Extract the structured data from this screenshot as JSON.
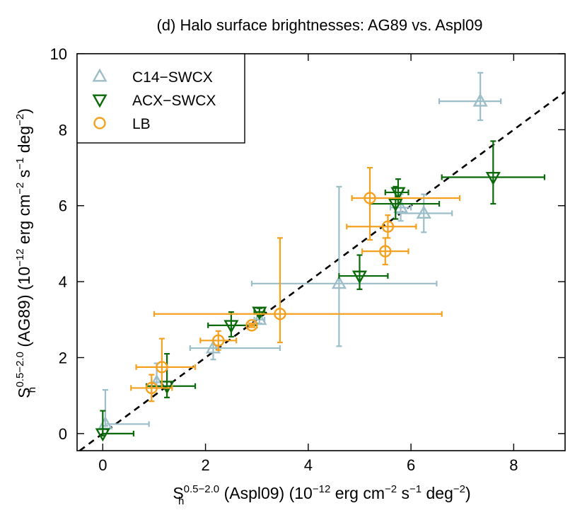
{
  "chart_data": {
    "type": "scatter",
    "title": "(d) Halo surface brightnesses: AG89 vs. Aspl09",
    "xlabel": {
      "symbol": "S",
      "sub": "h",
      "sup": "0.5−2.0",
      "text": " (Aspl09) (10",
      "exp1": "−12",
      "mid1": " erg cm",
      "exp2": "−2",
      "mid2": " s",
      "exp3": "−1",
      "mid3": " deg",
      "exp4": "−2",
      "end": ")"
    },
    "ylabel": {
      "symbol": "S",
      "sub": "h",
      "sup": "0.5−2.0",
      "text": " (AG89) (10",
      "exp1": "−12",
      "mid1": " erg cm",
      "exp2": "−2",
      "mid2": " s",
      "exp3": "−1",
      "mid3": " deg",
      "exp4": "−2",
      "end": ")"
    },
    "xlim": [
      -0.5,
      9.0
    ],
    "ylim": [
      -0.45,
      10.0
    ],
    "xticks": [
      "0",
      "2",
      "4",
      "6",
      "8"
    ],
    "yticks": [
      "0",
      "2",
      "4",
      "6",
      "8",
      "10"
    ],
    "grid": false,
    "legend_position": "top-left",
    "reference_line": {
      "style": "dashed",
      "slope": 1,
      "intercept": 0,
      "color": "#000000"
    },
    "series": [
      {
        "name": "C14−SWCX",
        "marker": "triangle-up",
        "color": "#9cbec8",
        "points": [
          {
            "x": 0.05,
            "y": 0.25,
            "xerr": [
              0.05,
              0.9
            ],
            "yerr": [
              0.2,
              1.15
            ]
          },
          {
            "x": 1.05,
            "y": 1.35,
            "xerr": [
              0.95,
              1.15
            ],
            "yerr": [
              1.2,
              1.85
            ]
          },
          {
            "x": 2.15,
            "y": 2.25,
            "xerr": [
              1.7,
              3.45
            ],
            "yerr": [
              1.95,
              2.45
            ]
          },
          {
            "x": 3.05,
            "y": 3.0,
            "xerr": [
              2.95,
              3.15
            ],
            "yerr": [
              2.9,
              3.1
            ]
          },
          {
            "x": 4.6,
            "y": 3.95,
            "xerr": [
              2.9,
              6.5
            ],
            "yerr": [
              2.3,
              6.5
            ]
          },
          {
            "x": 5.8,
            "y": 5.95,
            "xerr": [
              5.6,
              6.0
            ],
            "yerr": [
              5.6,
              6.3
            ]
          },
          {
            "x": 6.25,
            "y": 5.8,
            "xerr": [
              5.7,
              6.8
            ],
            "yerr": [
              5.3,
              6.3
            ]
          },
          {
            "x": 7.35,
            "y": 8.75,
            "xerr": [
              6.55,
              7.75
            ],
            "yerr": [
              8.25,
              9.5
            ]
          }
        ]
      },
      {
        "name": "ACX−SWCX",
        "marker": "triangle-down",
        "color": "#0a6a0a",
        "points": [
          {
            "x": 0.0,
            "y": 0.0,
            "xerr": [
              0.0,
              0.6
            ],
            "yerr": [
              -0.05,
              0.6
            ]
          },
          {
            "x": 1.25,
            "y": 1.25,
            "xerr": [
              0.85,
              1.8
            ],
            "yerr": [
              0.95,
              2.1
            ]
          },
          {
            "x": 2.5,
            "y": 2.85,
            "xerr": [
              2.05,
              3.0
            ],
            "yerr": [
              2.55,
              3.2
            ]
          },
          {
            "x": 3.05,
            "y": 3.2,
            "xerr": [
              2.95,
              3.15
            ],
            "yerr": [
              3.1,
              3.3
            ]
          },
          {
            "x": 5.0,
            "y": 4.15,
            "xerr": [
              4.6,
              5.55
            ],
            "yerr": [
              3.8,
              4.7
            ]
          },
          {
            "x": 5.75,
            "y": 6.35,
            "xerr": [
              5.5,
              5.95
            ],
            "yerr": [
              6.05,
              6.7
            ]
          },
          {
            "x": 5.7,
            "y": 6.05,
            "xerr": [
              5.2,
              6.55
            ],
            "yerr": [
              5.65,
              6.5
            ]
          },
          {
            "x": 7.6,
            "y": 6.75,
            "xerr": [
              6.6,
              8.6
            ],
            "yerr": [
              6.05,
              7.7
            ]
          }
        ]
      },
      {
        "name": "LB",
        "marker": "circle",
        "color": "#f5a01e",
        "points": [
          {
            "x": 0.95,
            "y": 1.2,
            "xerr": [
              0.55,
              1.35
            ],
            "yerr": [
              0.85,
              1.55
            ]
          },
          {
            "x": 1.15,
            "y": 1.75,
            "xerr": [
              0.65,
              1.8
            ],
            "yerr": [
              1.2,
              2.5
            ]
          },
          {
            "x": 2.25,
            "y": 2.45,
            "xerr": [
              1.9,
              2.6
            ],
            "yerr": [
              2.2,
              2.7
            ]
          },
          {
            "x": 2.9,
            "y": 2.85,
            "xerr": [
              2.85,
              2.95
            ],
            "yerr": [
              2.8,
              2.9
            ]
          },
          {
            "x": 3.45,
            "y": 3.15,
            "xerr": [
              1.0,
              6.6
            ],
            "yerr": [
              2.4,
              5.15
            ]
          },
          {
            "x": 5.5,
            "y": 4.8,
            "xerr": [
              5.05,
              5.95
            ],
            "yerr": [
              4.45,
              5.15
            ]
          },
          {
            "x": 5.55,
            "y": 5.45,
            "xerr": [
              4.75,
              6.1
            ],
            "yerr": [
              5.15,
              5.75
            ]
          },
          {
            "x": 5.2,
            "y": 6.2,
            "xerr": [
              4.85,
              6.95
            ],
            "yerr": [
              5.1,
              7.0
            ]
          }
        ]
      }
    ]
  }
}
